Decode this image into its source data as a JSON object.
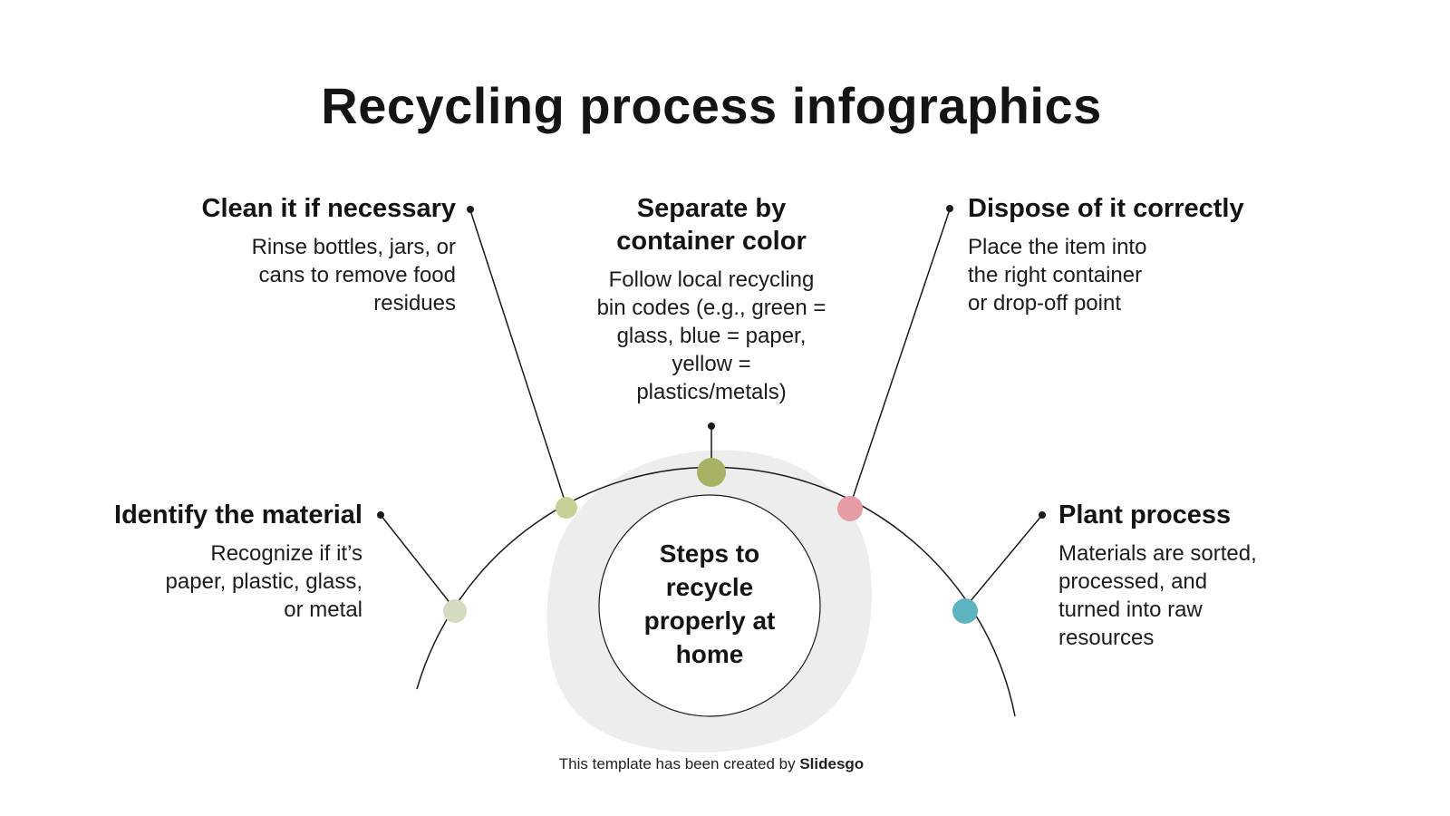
{
  "title": "Recycling process infographics",
  "center": {
    "label": "Steps to\nrecycle\nproperly at\nhome"
  },
  "steps": [
    {
      "heading": "Identify the material",
      "body": "Recognize if it’s\npaper, plastic, glass,\nor metal",
      "dot_color": "#d5dbc0"
    },
    {
      "heading": "Clean it if necessary",
      "body": "Rinse bottles, jars, or\ncans to remove food\nresidues",
      "dot_color": "#c8d194"
    },
    {
      "heading": "Separate by\ncontainer color",
      "body": "Follow local recycling\nbin codes (e.g., green =\nglass, blue = paper,\nyellow =\nplastics/metals)",
      "dot_color": "#a8b264"
    },
    {
      "heading": "Dispose of it correctly",
      "body": "Place the item into\nthe right container\nor drop-off point",
      "dot_color": "#e59ca5"
    },
    {
      "heading": "Plant process",
      "body": "Materials are sorted,\nprocessed, and\nturned into raw\nresources",
      "dot_color": "#5db3bf"
    }
  ],
  "footer": {
    "prefix": "This template has been created by ",
    "brand": "Slidesgo"
  },
  "colors": {
    "background": "#ffffff",
    "blob": "#ededed",
    "line": "#1a1a1a",
    "circle_fill": "#ffffff"
  }
}
